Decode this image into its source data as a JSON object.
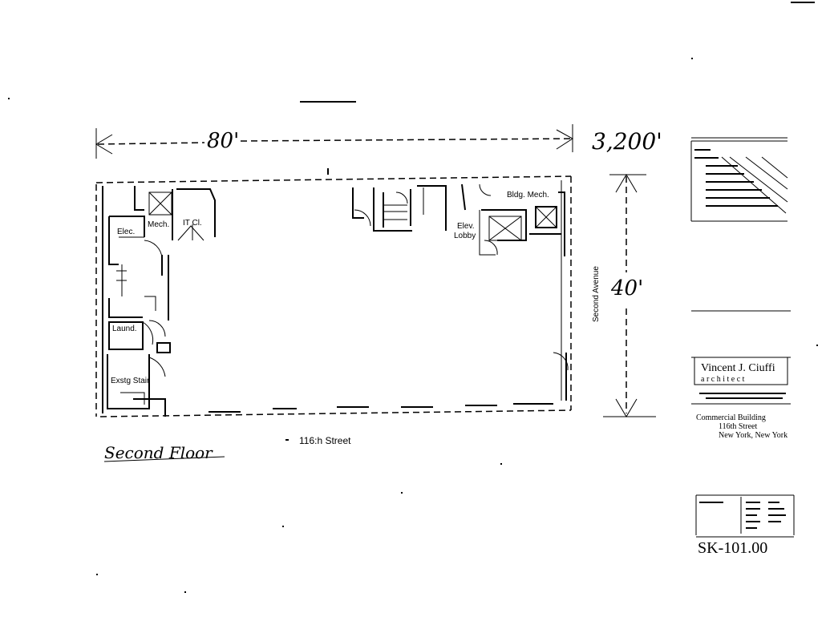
{
  "plan": {
    "rooms": {
      "elec": "Elec.",
      "mech": "Mech.",
      "it_cl": "IT Cl.",
      "laund": "Laund.",
      "exstg_stair": "Exstg Stair",
      "bldg_mech": "Bldg. Mech.",
      "elev_lobby_1": "Elev.",
      "elev_lobby_2": "Lobby"
    },
    "streets": {
      "south": "116:h Street",
      "east": "Second Avenue"
    },
    "floor_label": "Second Floor",
    "dimensions": {
      "width": "80'",
      "depth": "40'",
      "area": "3,200'"
    }
  },
  "title_block": {
    "architect_name": "Vincent J. Ciuffi",
    "architect_sub": "a r c h i t e c t",
    "project": {
      "name": "Commercial Building",
      "street": "116th Street",
      "city": "New York, New York"
    },
    "sheet_number": "SK-101.00"
  }
}
